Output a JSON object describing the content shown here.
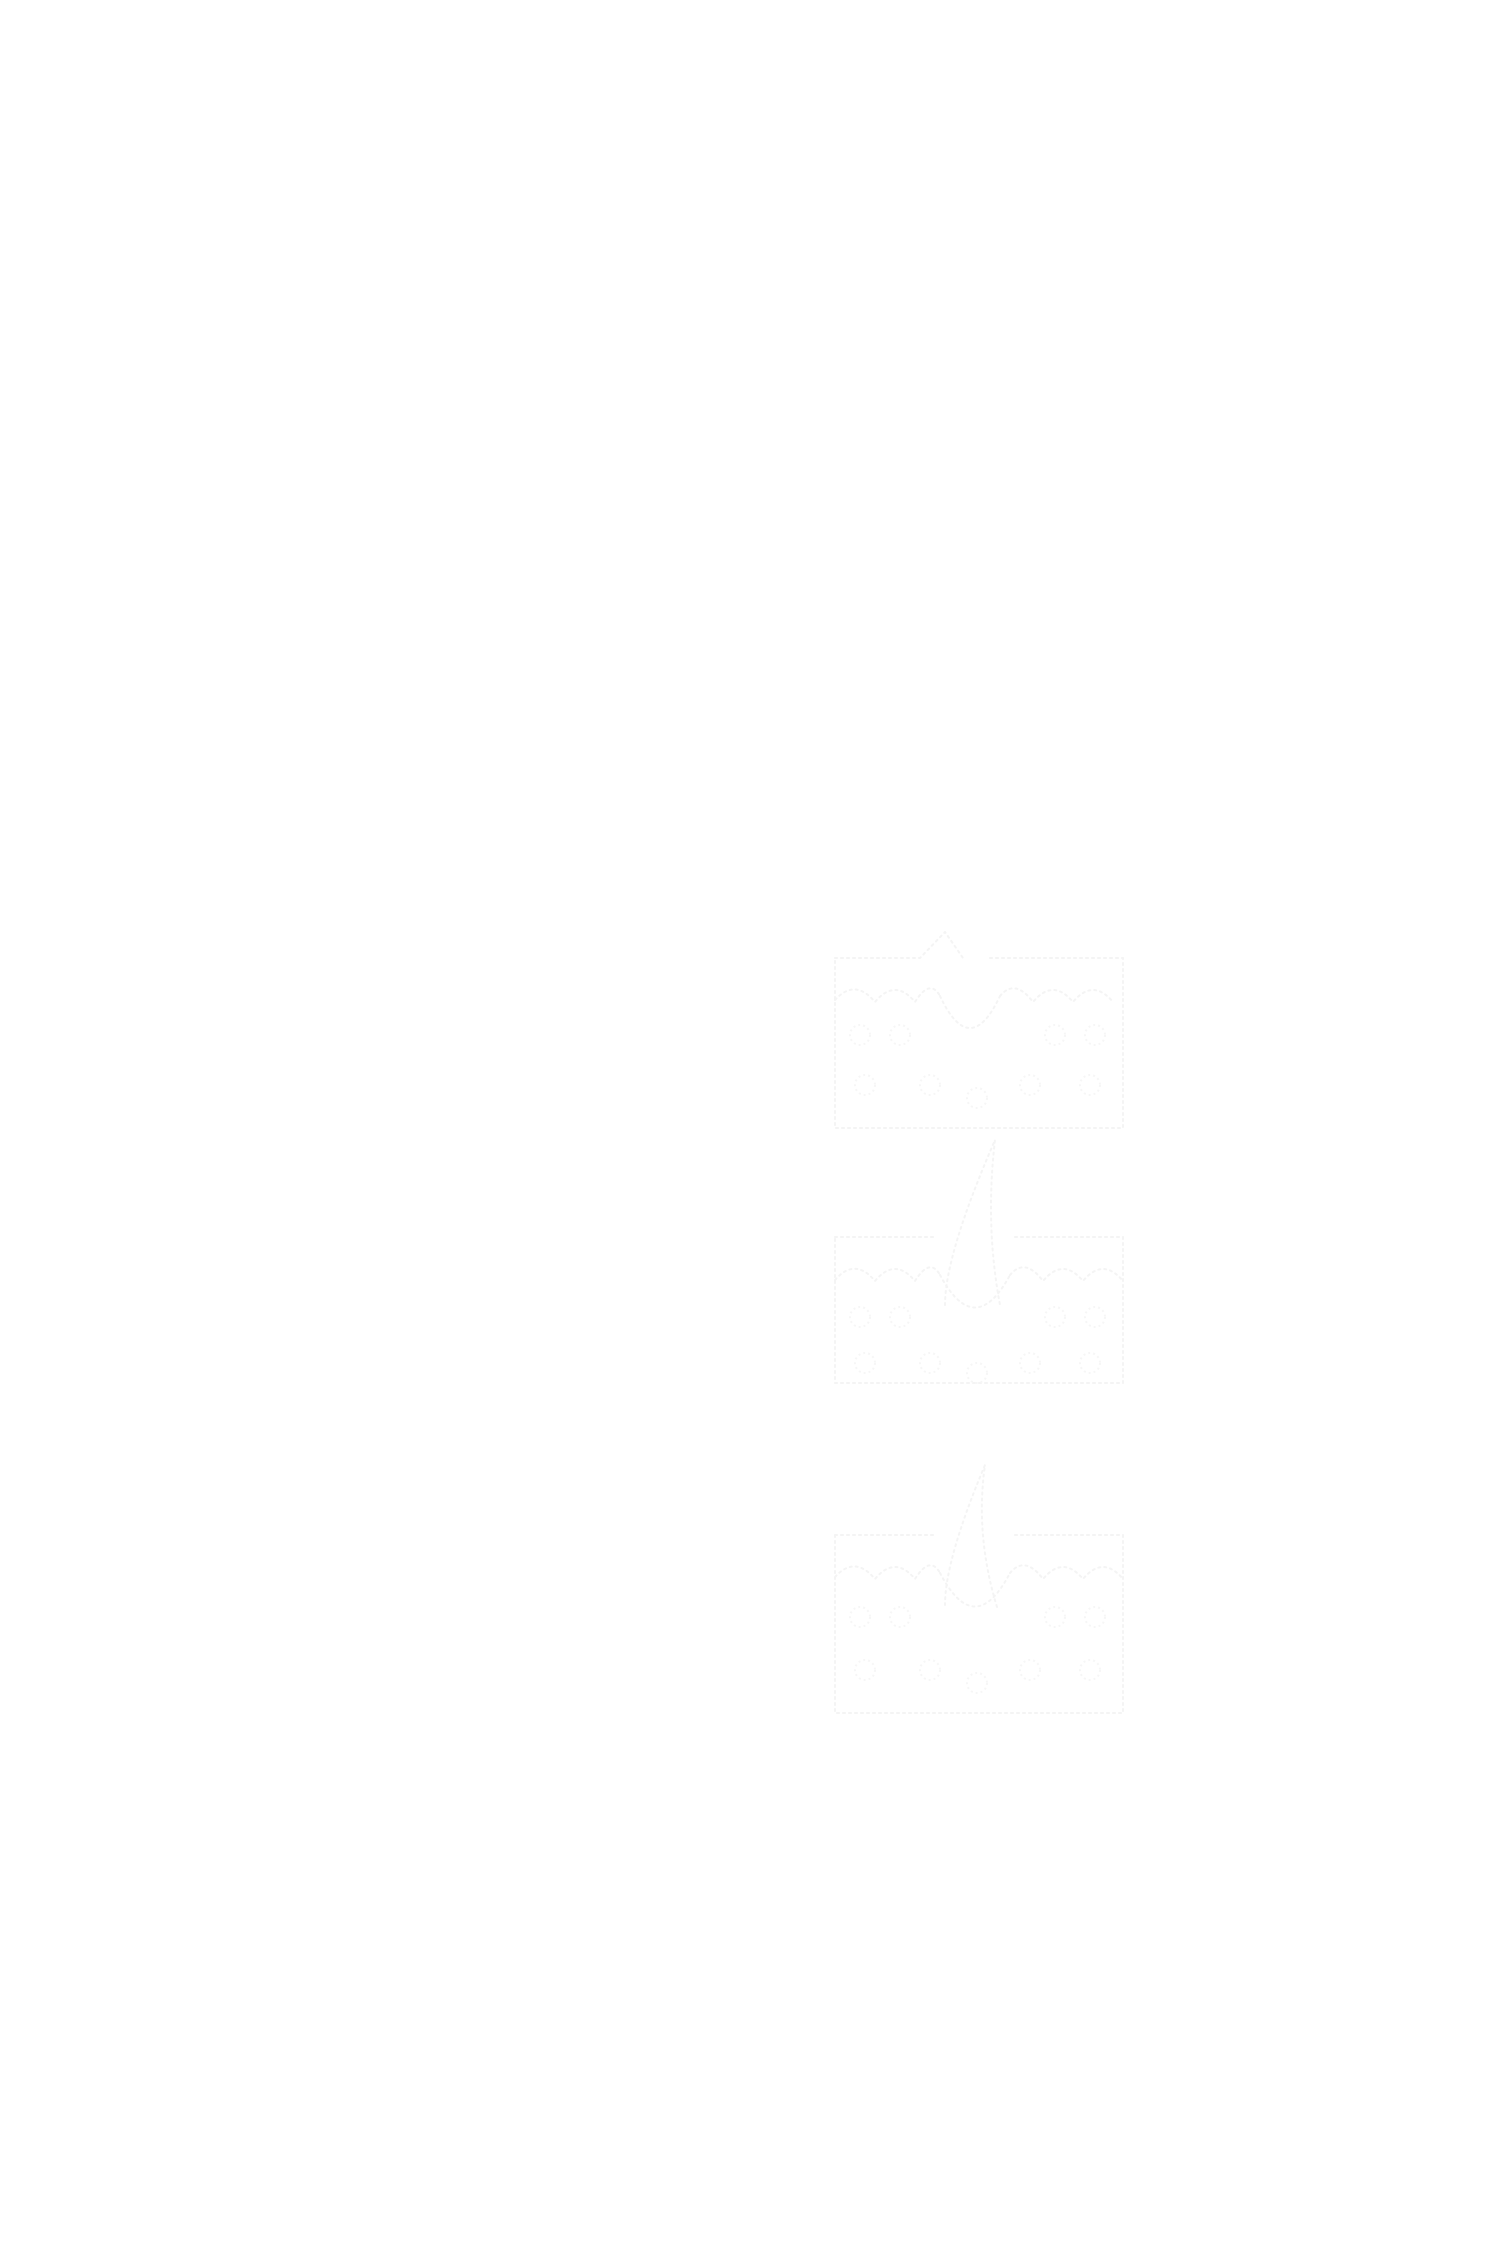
{
  "illustration": {
    "panels": [
      {
        "state": "before",
        "icon": "skin-layer-open-follicle-icon"
      },
      {
        "state": "middle",
        "icon": "skin-layer-hair-growing-icon"
      },
      {
        "state": "after",
        "icon": "skin-layer-hair-grown-icon"
      }
    ],
    "line_color": "#f4f4f4",
    "background_color": "#ffffff"
  }
}
